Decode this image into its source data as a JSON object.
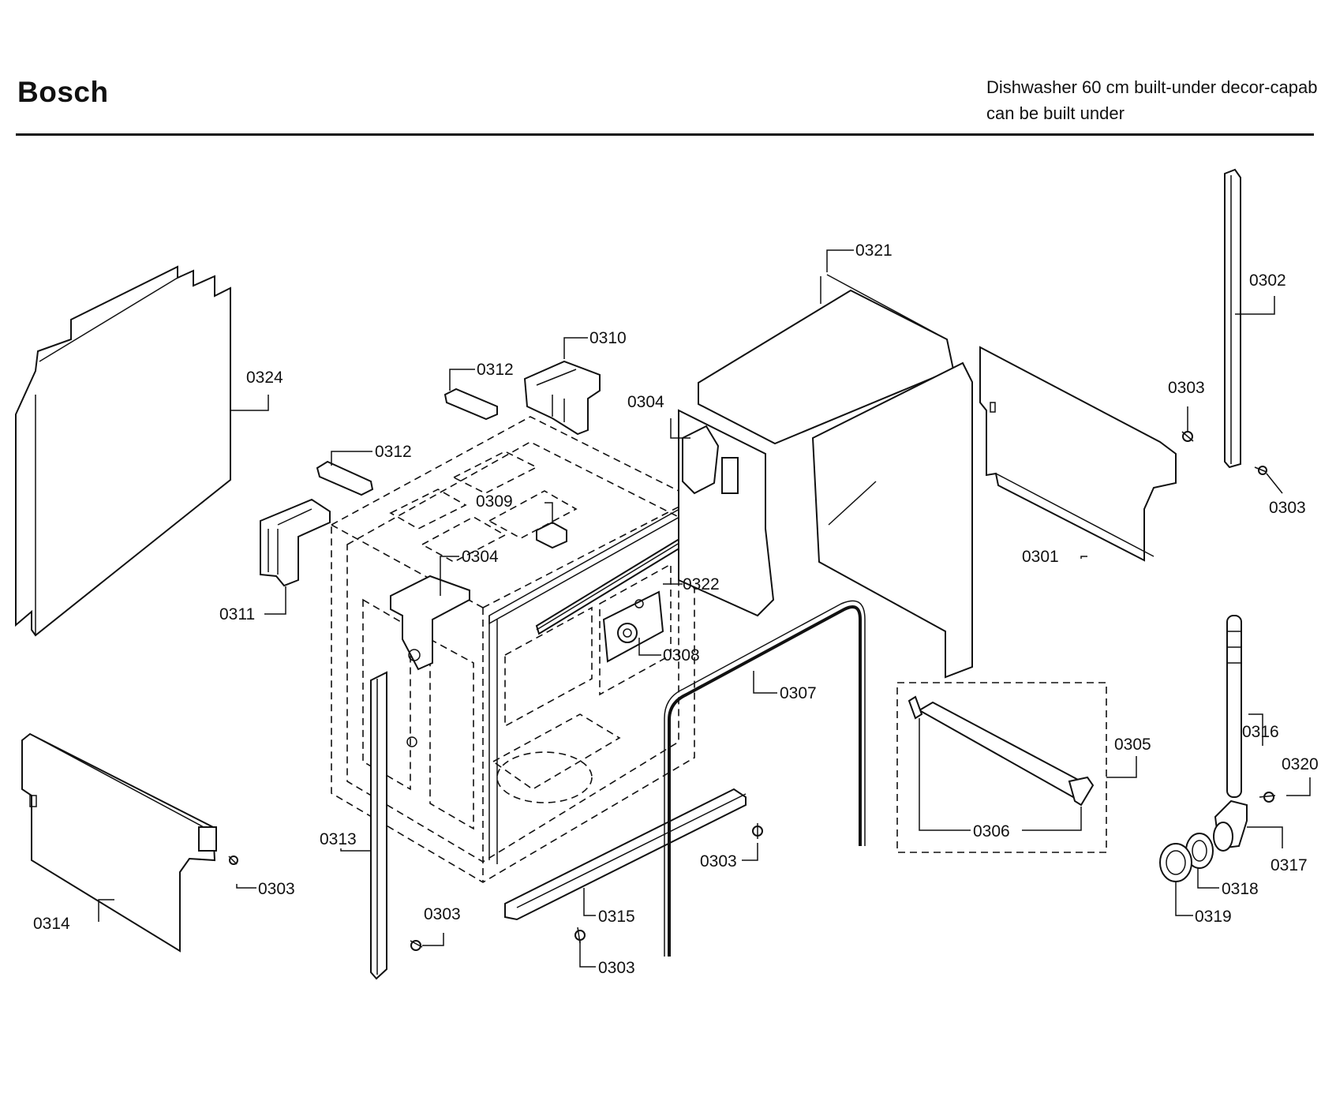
{
  "header": {
    "brand": "Bosch",
    "subtitle_line1": "Dishwasher 60 cm built-under decor-capab",
    "subtitle_line2": "can be built under"
  },
  "parts": [
    {
      "id": "label-0321",
      "text": "0321"
    },
    {
      "id": "label-0302",
      "text": "0302"
    },
    {
      "id": "label-0310",
      "text": "0310"
    },
    {
      "id": "label-0312a",
      "text": "0312"
    },
    {
      "id": "label-0324",
      "text": "0324"
    },
    {
      "id": "label-0303a",
      "text": "0303"
    },
    {
      "id": "label-0304a",
      "text": "0304"
    },
    {
      "id": "label-0312b",
      "text": "0312"
    },
    {
      "id": "label-0303b",
      "text": "0303"
    },
    {
      "id": "label-0309",
      "text": "0309"
    },
    {
      "id": "label-0304b",
      "text": "0304"
    },
    {
      "id": "label-0301",
      "text": "0301"
    },
    {
      "id": "label-0322",
      "text": "0322"
    },
    {
      "id": "label-0311",
      "text": "0311"
    },
    {
      "id": "label-0308",
      "text": "0308"
    },
    {
      "id": "label-0307",
      "text": "0307"
    },
    {
      "id": "label-0316",
      "text": "0316"
    },
    {
      "id": "label-0305",
      "text": "0305"
    },
    {
      "id": "label-0320",
      "text": "0320"
    },
    {
      "id": "label-0306",
      "text": "0306"
    },
    {
      "id": "label-0313",
      "text": "0313"
    },
    {
      "id": "label-0317",
      "text": "0317"
    },
    {
      "id": "label-0303c",
      "text": "0303"
    },
    {
      "id": "label-0303d",
      "text": "0303"
    },
    {
      "id": "label-0318",
      "text": "0318"
    },
    {
      "id": "label-0303e",
      "text": "0303"
    },
    {
      "id": "label-0315",
      "text": "0315"
    },
    {
      "id": "label-0319",
      "text": "0319"
    },
    {
      "id": "label-0314",
      "text": "0314"
    },
    {
      "id": "label-0303f",
      "text": "0303"
    }
  ]
}
